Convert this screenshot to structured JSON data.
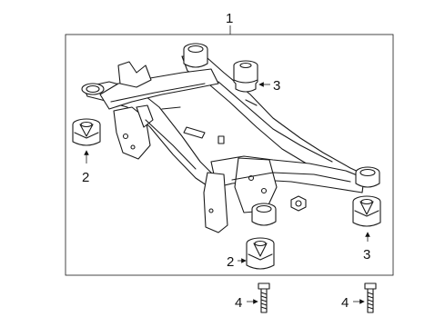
{
  "callouts": {
    "c1": "1",
    "c2a": "2",
    "c2b": "2",
    "c3a": "3",
    "c3b": "3",
    "c4a": "4",
    "c4b": "4"
  },
  "parts": [
    {
      "number": "1",
      "name": "subframe-assembly"
    },
    {
      "number": "2",
      "name": "lower-mount-bushing"
    },
    {
      "number": "3",
      "name": "upper-mount-bushing"
    },
    {
      "number": "4",
      "name": "mounting-bolt"
    }
  ]
}
